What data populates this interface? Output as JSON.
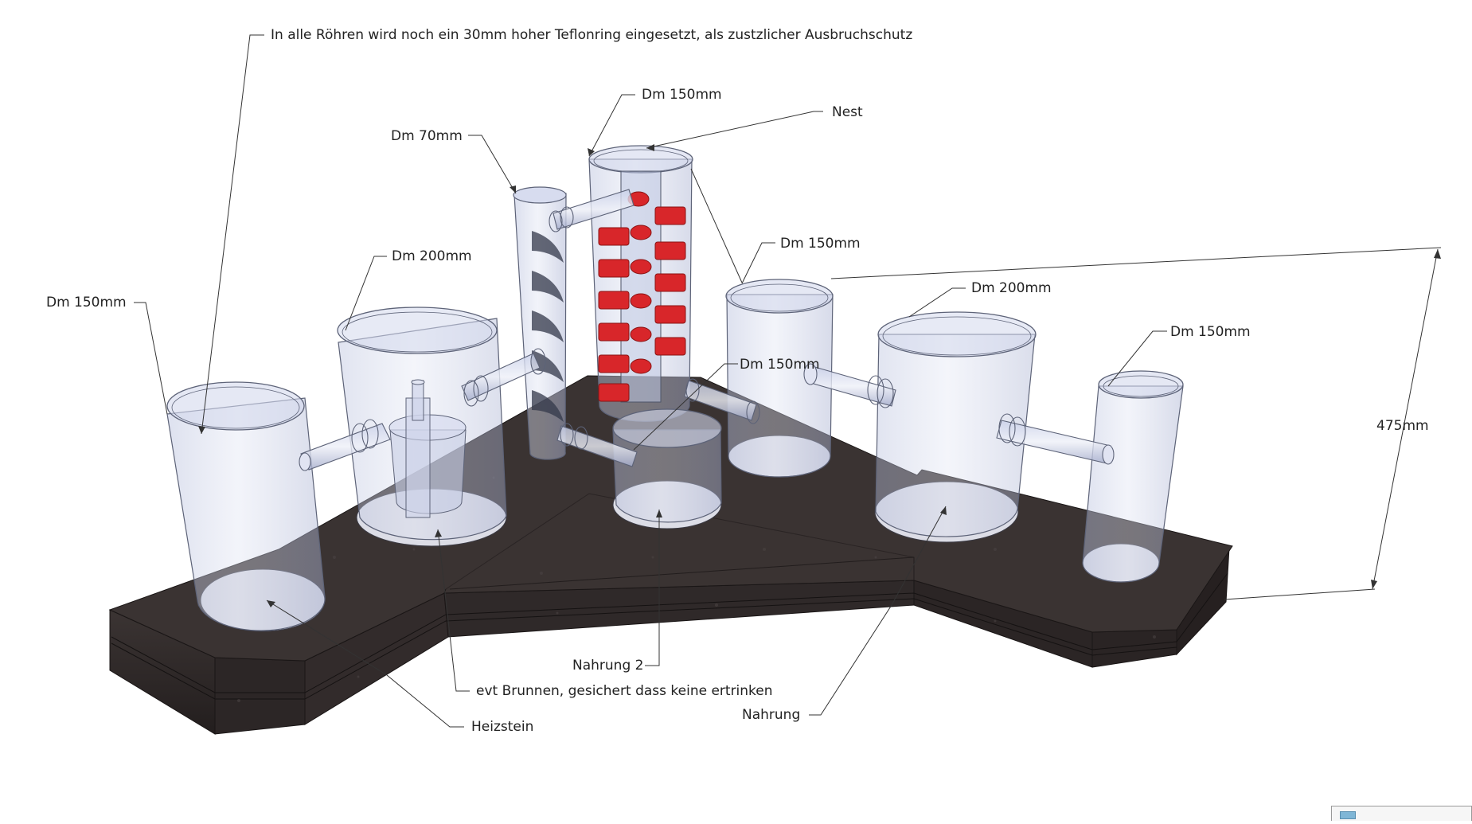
{
  "annotations": {
    "top_note": "In alle Röhren wird noch ein 30mm hoher Teflonring eingesetzt, als zustzlicher Ausbruchschutz",
    "dm150_nest_tube": "Dm 150mm",
    "nest": "Nest",
    "dm70": "Dm 70mm",
    "dm200_left": "Dm 200mm",
    "dm150_far_left": "Dm 150mm",
    "dm150_center_right": "Dm 150mm",
    "dm150_short_front": "Dm 150mm",
    "dm200_right": "Dm 200mm",
    "dm150_far_right": "Dm 150mm",
    "height": "475mm",
    "nahrung2": "Nahrung 2",
    "brunnen": "evt Brunnen, gesichert dass keine ertrinken",
    "nahrung": "Nahrung",
    "heizstein": "Heizstein"
  },
  "colors": {
    "base_top": "#3a3332",
    "base_side": "#2a2424",
    "glass_fill": "#c6cde6",
    "glass_stroke": "#5d6378",
    "hole_fill": "#dcdde6",
    "red_block": "#d8262a",
    "leader_line": "#333333",
    "text": "#222222"
  },
  "icons": {
    "corner_widget": "window-thumbnail-icon"
  }
}
